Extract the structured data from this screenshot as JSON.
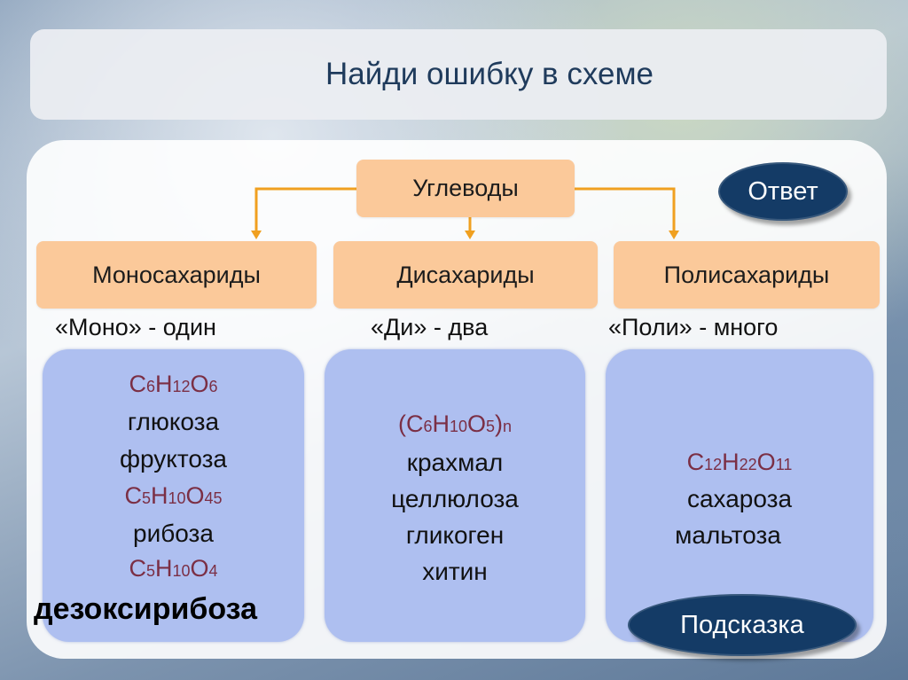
{
  "title": "Найди ошибку в схеме",
  "root": {
    "label": "Углеводы"
  },
  "categories": [
    {
      "label": "Моносахариды",
      "caption": "«Моно» - один"
    },
    {
      "label": "Дисахариды",
      "caption": "«Ди» - два"
    },
    {
      "label": "Полисахариды",
      "caption": "«Поли» - много"
    }
  ],
  "mono": {
    "f1": {
      "c": "C",
      "c_n": "6",
      "h": "H",
      "h_n": "12",
      "o": "O",
      "o_n": "6"
    },
    "glucose": "глюкоза",
    "fructose": "фруктоза",
    "f2": {
      "c": "C",
      "c_n": "5",
      "h": "H",
      "h_n": "10",
      "o": "O",
      "o_n": "45"
    },
    "ribose": "рибоза",
    "f3": {
      "c": "C",
      "c_n": "5",
      "h": "H",
      "h_n": "10",
      "o": "O",
      "o_n": "4"
    },
    "deoxyribose": "дезоксирибоза"
  },
  "di": {
    "f": {
      "open": "(",
      "c": "C",
      "c_n": "6",
      "h": "H",
      "h_n": "10",
      "o": "O",
      "o_n": "5",
      "close": ")",
      "n": "n"
    },
    "items": [
      "крахмал",
      "целлюлоза",
      "гликоген",
      "хитин"
    ]
  },
  "poly": {
    "f": {
      "c": "C",
      "c_n": "12",
      "h": "H",
      "h_n": "22",
      "o": "O",
      "o_n": "11"
    },
    "items": [
      "сахароза",
      "мальтоза"
    ]
  },
  "buttons": {
    "answer": "Ответ",
    "hint": "Подсказка"
  },
  "colors": {
    "orange": "#fbc99a",
    "blue_box": "#aebff0",
    "arrow": "#f0a020",
    "button": "#143b66",
    "formula": "#7b2f45"
  }
}
